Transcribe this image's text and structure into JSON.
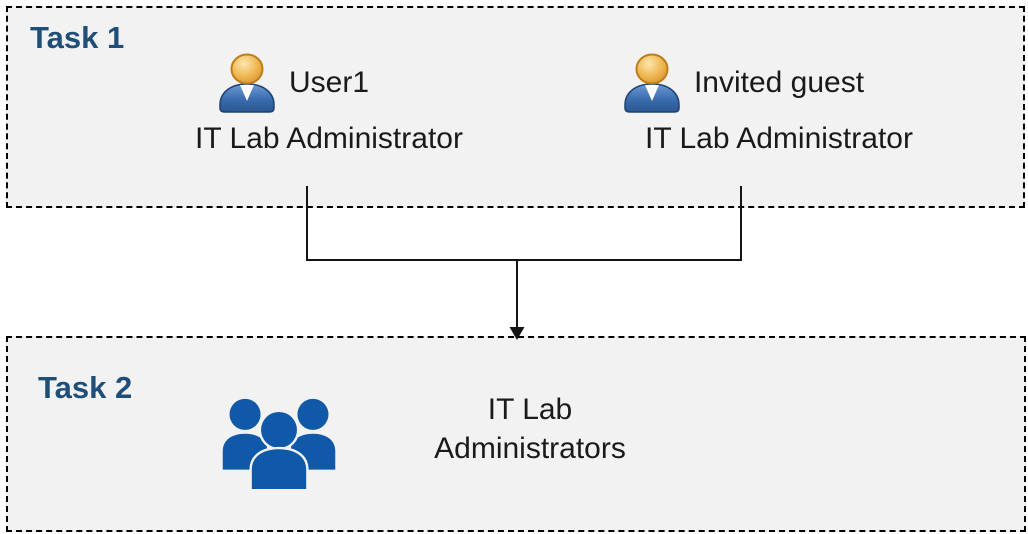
{
  "colors": {
    "task_label": "#1f4e79",
    "box_background": "#f2f2f2",
    "box_border": "#000000",
    "connector": "#141414",
    "group_icon_blue": "#0f59a8",
    "person_head_gold": "#eaa93c",
    "person_body_blue": "#3a6cae",
    "text": "#1a1a1a"
  },
  "task1": {
    "label": "Task 1",
    "people": [
      {
        "name": "User1",
        "role": "IT Lab Administrator",
        "icon": "person-icon"
      },
      {
        "name": "Invited guest",
        "role": "IT Lab Administrator",
        "icon": "person-icon"
      }
    ]
  },
  "task2": {
    "label": "Task 2",
    "group": {
      "label": "IT Lab Administrators",
      "icon": "group-icon"
    }
  }
}
